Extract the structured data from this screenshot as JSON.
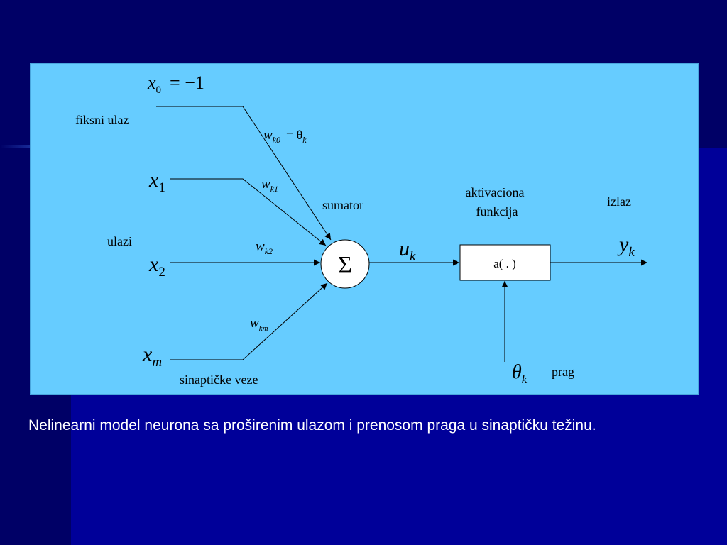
{
  "colors": {
    "panel": "#66ccff",
    "background_dark": "#000066",
    "background": "#000099",
    "caption_text": "#ffffff"
  },
  "diagram": {
    "inputs": {
      "x0": {
        "var": "x",
        "sub": "0",
        "rest": "= −1"
      },
      "x1": {
        "var": "x",
        "sub": "1"
      },
      "x2": {
        "var": "x",
        "sub": "2"
      },
      "xm": {
        "var": "x",
        "sub": "m"
      }
    },
    "weights": {
      "wk0": {
        "var": "w",
        "sub": "k0",
        "rest": "= θ",
        "rest_sub": "k"
      },
      "wk1": {
        "var": "w",
        "sub": "k1"
      },
      "wk2": {
        "var": "w",
        "sub": "k2"
      },
      "wkm": {
        "var": "w",
        "sub": "km"
      }
    },
    "labels": {
      "fiksni_ulaz": "fiksni ulaz",
      "ulazi": "ulazi",
      "sinapticke_veze": "sinaptičke veze",
      "sumator": "sumator",
      "aktivaciona_line1": "aktivaciona",
      "aktivaciona_line2": "funkcija",
      "izlaz": "izlaz",
      "prag": "prag"
    },
    "summator_symbol": "Σ",
    "activation_box": "a( . )",
    "net": {
      "var": "u",
      "sub": "k"
    },
    "output": {
      "var": "y",
      "sub": "k"
    },
    "threshold": {
      "var": "θ",
      "sub": "k"
    }
  },
  "caption": "Nelinearni model neurona sa proširenim ulazom i prenosom praga u sinaptičku težinu."
}
